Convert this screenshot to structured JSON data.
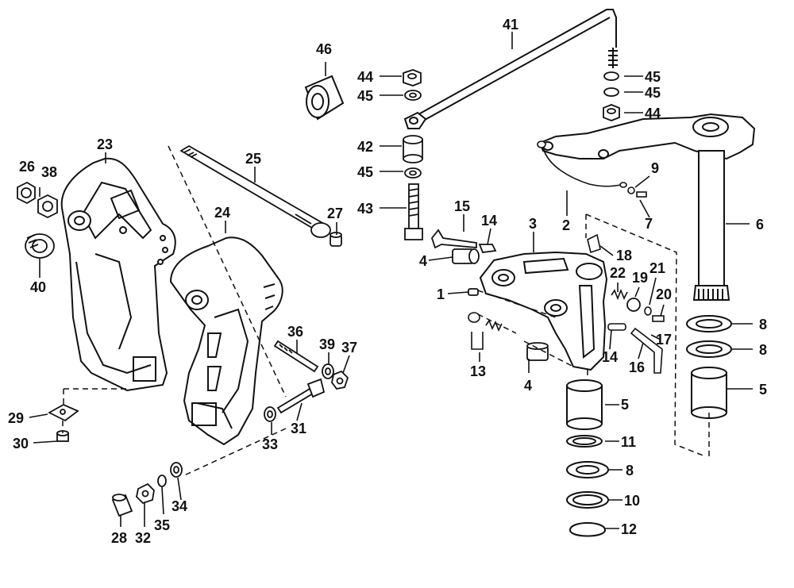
{
  "callouts": {
    "c1": "1",
    "c2": "2",
    "c3": "3",
    "c4a": "4",
    "c4b": "4",
    "c5a": "5",
    "c5b": "5",
    "c6": "6",
    "c7": "7",
    "c8a": "8",
    "c8b": "8",
    "c8c": "8",
    "c9": "9",
    "c10": "10",
    "c11": "11",
    "c12": "12",
    "c13": "13",
    "c14a": "14",
    "c14b": "14",
    "c15": "15",
    "c16": "16",
    "c17": "17",
    "c18": "18",
    "c19": "19",
    "c20": "20",
    "c21": "21",
    "c22": "22",
    "c23": "23",
    "c24": "24",
    "c25": "25",
    "c26": "26",
    "c27": "27",
    "c28": "28",
    "c29": "29",
    "c30": "30",
    "c31": "31",
    "c32": "32",
    "c33": "33",
    "c34": "34",
    "c35": "35",
    "c36": "36",
    "c37": "37",
    "c38": "38",
    "c39": "39",
    "c40": "40",
    "c41": "41",
    "c42": "42",
    "c43": "43",
    "c44a": "44",
    "c44b": "44",
    "c45a": "45",
    "c45b": "45",
    "c45c": "45",
    "c45d": "45",
    "c46": "46"
  }
}
